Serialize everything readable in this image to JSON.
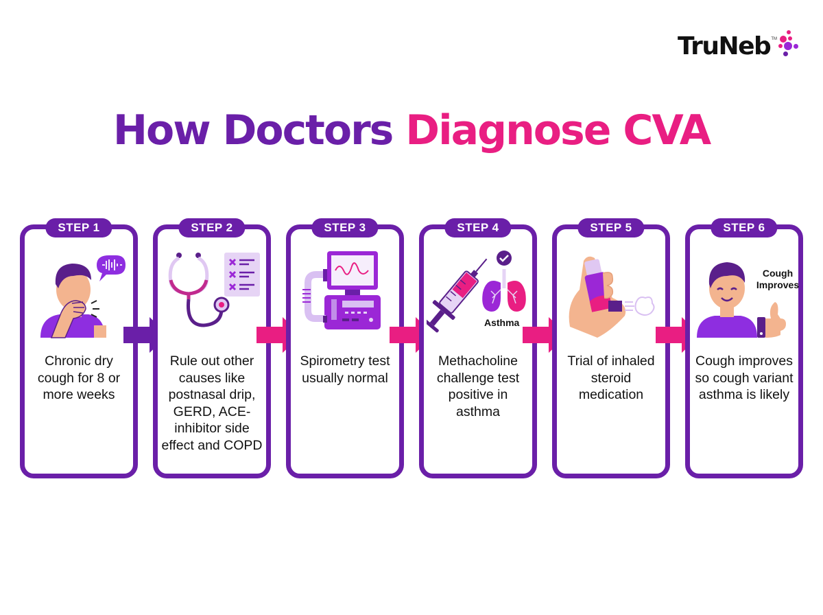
{
  "brand": {
    "name": "TruNeb",
    "trademark": "TM",
    "dot_colors": [
      "#e91e82",
      "#9b27d6",
      "#6a1fa8"
    ]
  },
  "title": {
    "part1": "How Doctors",
    "part2": "Diagnose CVA",
    "color_part1": "#6a1fa8",
    "color_part2": "#e91e82"
  },
  "colors": {
    "card_border": "#6a1fa8",
    "arrow_first": "#6a1fa8",
    "arrow_rest": "#e91e82",
    "text": "#111111"
  },
  "steps": [
    {
      "badge": "STEP 1",
      "icon": "coughing-person-icon",
      "description": "Chronic dry cough for 8 or more weeks"
    },
    {
      "badge": "STEP 2",
      "icon": "stethoscope-checklist-icon",
      "description": "Rule out other causes like postnasal drip, GERD, ACE-inhibitor side effect and COPD"
    },
    {
      "badge": "STEP 3",
      "icon": "spirometer-icon",
      "description": "Spirometry test usually normal"
    },
    {
      "badge": "STEP 4",
      "icon": "syringe-lungs-icon",
      "illustration_label": "Asthma",
      "description": "Methacholine challenge test positive in asthma"
    },
    {
      "badge": "STEP 5",
      "icon": "inhaler-hand-icon",
      "description": "Trial of inhaled steroid medication"
    },
    {
      "badge": "STEP 6",
      "icon": "happy-person-thumbs-up-icon",
      "illustration_label": "Cough Improves",
      "description": "Cough improves so cough variant asthma is likely"
    }
  ]
}
